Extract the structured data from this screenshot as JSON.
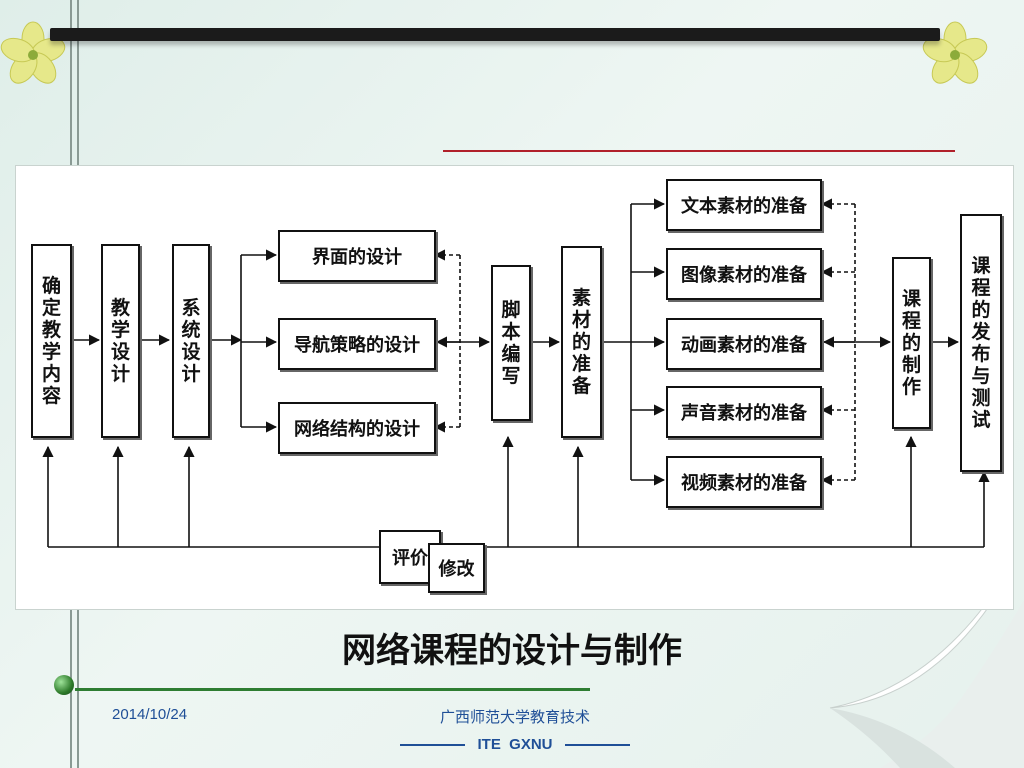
{
  "diagram": {
    "boxes": {
      "determine_content": "确定教学内容",
      "teaching_design": "教学设计",
      "system_design": "系统设计",
      "interface_design": "界面的设计",
      "navigation_design": "导航策略的设计",
      "network_structure_design": "网络结构的设计",
      "script_writing": "脚本编写",
      "material_prep": "素材的准备",
      "text_material": "文本素材的准备",
      "image_material": "图像素材的准备",
      "animation_material": "动画素材的准备",
      "audio_material": "声音素材的准备",
      "video_material": "视频素材的准备",
      "course_production": "课程的制作",
      "publish_test": "课程的发布与测试",
      "evaluate": "评价",
      "revise": "修改"
    }
  },
  "slide_title": "网络课程的设计与制作",
  "footer": {
    "date": "2014/10/24",
    "organization": "广西师范大学教育技术",
    "tagline": "ITE  GXNU"
  }
}
